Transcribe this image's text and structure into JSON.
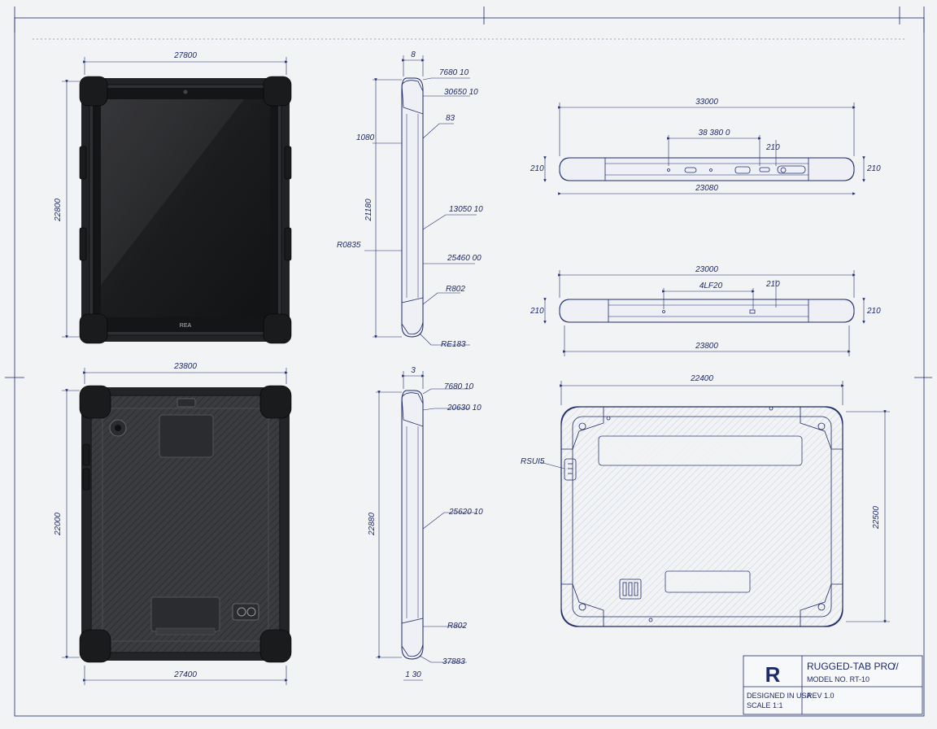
{
  "dimensions": {
    "front_width": "27800",
    "front_height": "22800",
    "front_logo": "REA",
    "back_width_top": "23800",
    "back_width_bottom": "27400",
    "back_height": "22000",
    "side1_depth": "8",
    "side1_c1": "7680 10",
    "side1_c2": "30650 10",
    "side1_c3": "83",
    "side1_left": "1080",
    "side1_height": "21180",
    "side1_c4": "13050 10",
    "side1_left2": "R0835",
    "side1_c5": "25460 00",
    "side1_c6": "R802",
    "side1_c7": "RE183",
    "side2_depth": "3",
    "side2_c1": "7680 10",
    "side2_c2": "20630 10",
    "side2_height": "22880",
    "side2_c3": "25620 10",
    "side2_c4": "R802",
    "side2_c5": "37883",
    "side2_bottom": "1 30",
    "top1_width": "33000",
    "top1_inner": "38 380 0",
    "top1_right": "210",
    "top1_left": "210",
    "top1_right2": "210",
    "top1_bottom": "23080",
    "top2_width": "23000",
    "top2_inner": "4LF20",
    "top2_right": "210",
    "top2_left": "210",
    "top2_right2": "210",
    "top2_bottom": "23800",
    "back_iso_width": "22400",
    "back_iso_height": "22500",
    "back_iso_left": "RSUI5"
  },
  "title_block": {
    "logo": "R",
    "product": "RUGGED-TAB PRO",
    "slashes": "//",
    "model": "MODEL NO. RT-10",
    "designed": "DESIGNED IN USA",
    "scale": "SCALE 1:1",
    "rev": "REV 1.0"
  },
  "colors": {
    "paper": "#f2f3f5",
    "line": "#1c2a6a",
    "bumper": "#222326",
    "body": "#3a3b3e"
  }
}
